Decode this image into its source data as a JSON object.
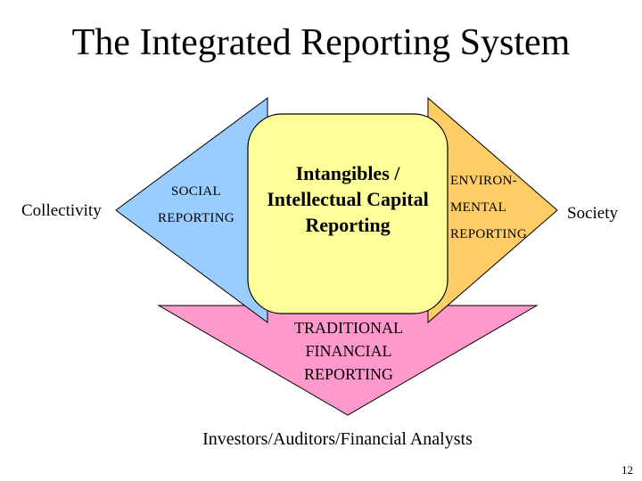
{
  "title": "The Integrated Reporting System",
  "left_audience": "Collectivity",
  "right_audience": "Society",
  "social": {
    "line1": "SOCIAL",
    "line2": "REPORTING"
  },
  "center": {
    "text": "Intangibles / Intellectual Capital Reporting"
  },
  "environmental": {
    "line1": "ENVIRON-",
    "line2": "MENTAL",
    "line3": "REPORTING"
  },
  "financial": {
    "line1": "TRADITIONAL",
    "line2": "FINANCIAL",
    "line3": "REPORTING"
  },
  "bottom_audience": "Investors/Auditors/Financial Analysts",
  "page_number": "12",
  "colors": {
    "social": "#99ccff",
    "environmental": "#ffcc66",
    "financial": "#ff99cc",
    "center": "#ffff99",
    "outline": "#000000"
  }
}
